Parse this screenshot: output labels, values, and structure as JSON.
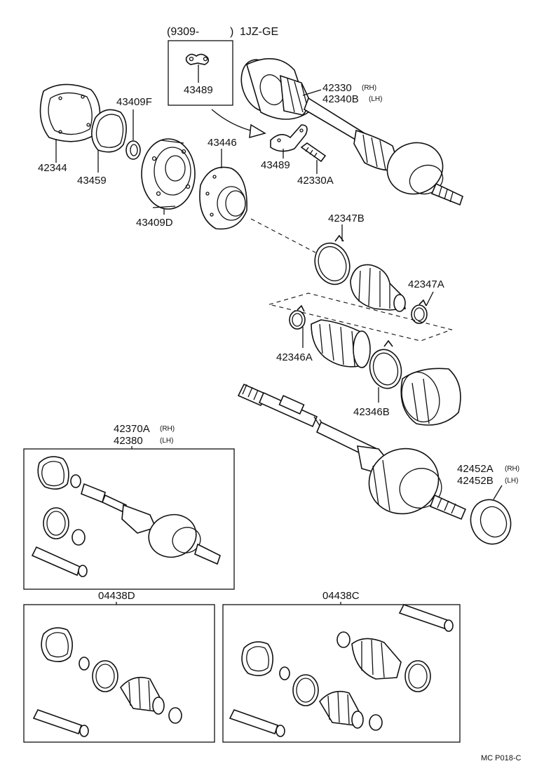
{
  "header": {
    "date_range": "(9309-",
    "date_close": ")",
    "engine": "1JZ-GE"
  },
  "labels": {
    "p43489_top": "43489",
    "p42330": "42330",
    "p42330_side": "(RH)",
    "p42340B": "42340B",
    "p42340B_side": "(LH)",
    "p43409F": "43409F",
    "p42344": "42344",
    "p43459": "43459",
    "p43446": "43446",
    "p43489": "43489",
    "p42330A": "42330A",
    "p43409D": "43409D",
    "p42347B": "42347B",
    "p42347A": "42347A",
    "p42346A": "42346A",
    "p42346B": "42346B",
    "p42370A": "42370A",
    "p42370A_side": "(RH)",
    "p42380": "42380",
    "p42380_side": "(LH)",
    "p42452A": "42452A",
    "p42452A_side": "(RH)",
    "p42452B": "42452B",
    "p42452B_side": "(LH)",
    "p04438D": "04438D",
    "p04438C": "04438C"
  },
  "footer": {
    "code": "MC P018-C"
  }
}
